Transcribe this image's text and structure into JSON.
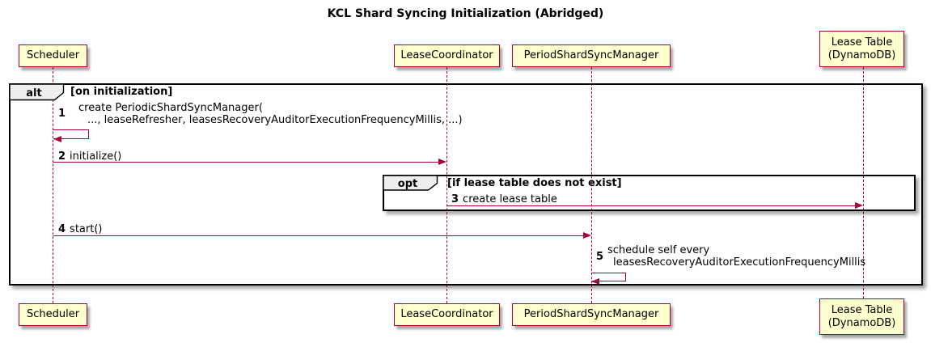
{
  "diagram": {
    "title": "KCL Shard Syncing Initialization (Abridged)"
  },
  "participants": {
    "scheduler": "Scheduler",
    "lease_coordinator": "LeaseCoordinator",
    "period_shard_sync_manager": "PeriodShardSyncManager",
    "lease_table_line1": "Lease Table",
    "lease_table_line2": "(DynamoDB)"
  },
  "alt_frame": {
    "label": "alt",
    "condition": "[on initialization]"
  },
  "opt_frame": {
    "label": "opt",
    "condition": "[if lease table does not exist]"
  },
  "messages": {
    "m1": {
      "num": "1",
      "line1": "create PeriodicShardSyncManager(",
      "line2": "..., leaseRefresher, leasesRecoveryAuditorExecutionFrequencyMillis, ...)"
    },
    "m2": {
      "num": "2",
      "text": "initialize()"
    },
    "m3": {
      "num": "3",
      "text": "create lease table"
    },
    "m4": {
      "num": "4",
      "text": "start()"
    },
    "m5": {
      "num": "5",
      "line1": "schedule self every",
      "line2": "leasesRecoveryAuditorExecutionFrequencyMillis"
    }
  },
  "colors": {
    "participant_fill": "#FEFECE",
    "border": "#A80036",
    "arrow": "#A80036",
    "frame_border": "#000000",
    "pentagon_fill": "#EEEEEE"
  }
}
